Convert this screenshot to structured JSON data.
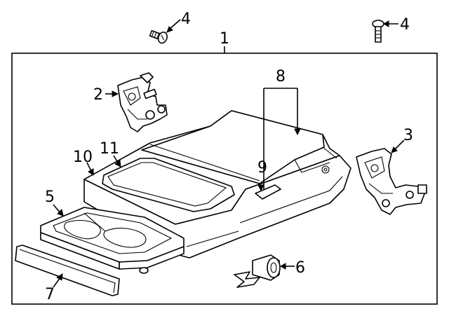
{
  "callouts": {
    "c1": "1",
    "c2": "2",
    "c3": "3",
    "c4a": "4",
    "c4b": "4",
    "c5": "5",
    "c6": "6",
    "c7": "7",
    "c8": "8",
    "c9": "9",
    "c10": "10",
    "c11": "11"
  },
  "parts": {
    "p1": "console assembly box",
    "p2": "left hinge bracket",
    "p3": "right hinge bracket",
    "p4": "screw",
    "p5": "cup holder tray",
    "p6": "damper",
    "p7": "trim panel",
    "p8": "lid",
    "p9": "latch",
    "p10": "console body",
    "p11": "lid pad"
  }
}
